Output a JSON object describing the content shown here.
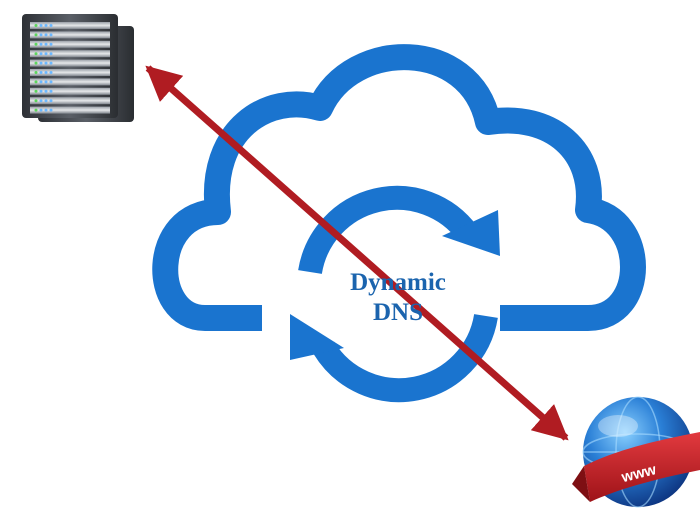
{
  "diagram": {
    "label_line1": "Dynamic",
    "label_line2": "DNS",
    "globe_label": "www"
  },
  "colors": {
    "cloud": "#1a74cf",
    "arrow": "#b01c22",
    "label": "#1b64ae",
    "ribbon": "#c41e26",
    "globe": "#1e63c4",
    "server": "#4a4e55"
  },
  "icons": {
    "server": "server-rack-icon",
    "cloud": "cloud-icon",
    "refresh": "refresh-cycle-icon",
    "globe": "www-globe-icon"
  }
}
